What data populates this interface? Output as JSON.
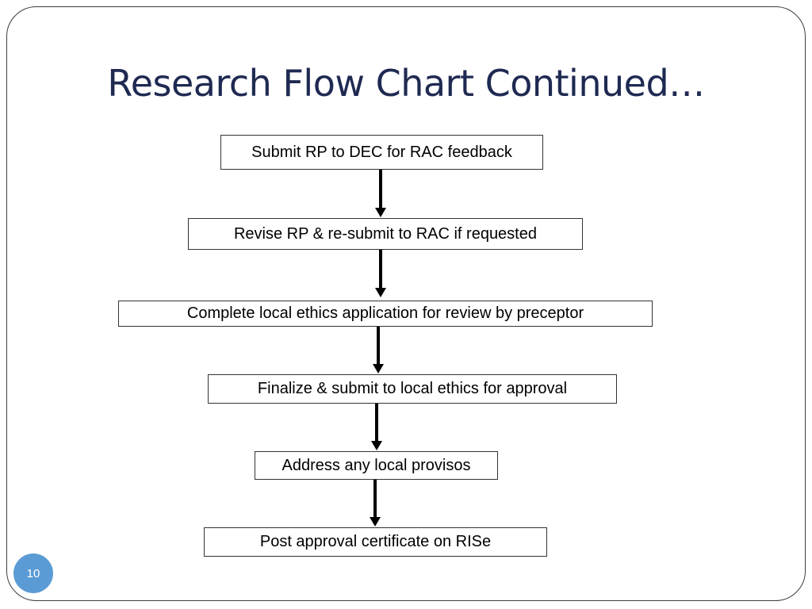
{
  "slide": {
    "title": "Research Flow Chart Continued…",
    "page_number": "10"
  },
  "steps": [
    {
      "label": "Submit RP to DEC for RAC feedback"
    },
    {
      "label": "Revise RP & re-submit to RAC if requested"
    },
    {
      "label": "Complete local ethics application for review by preceptor"
    },
    {
      "label": "Finalize & submit to local ethics for approval"
    },
    {
      "label": "Address any local provisos"
    },
    {
      "label": "Post approval certificate on RISe"
    }
  ],
  "colors": {
    "title": "#1f2a52",
    "page_badge": "#5b9bd5",
    "frame": "#3c3c3c"
  }
}
